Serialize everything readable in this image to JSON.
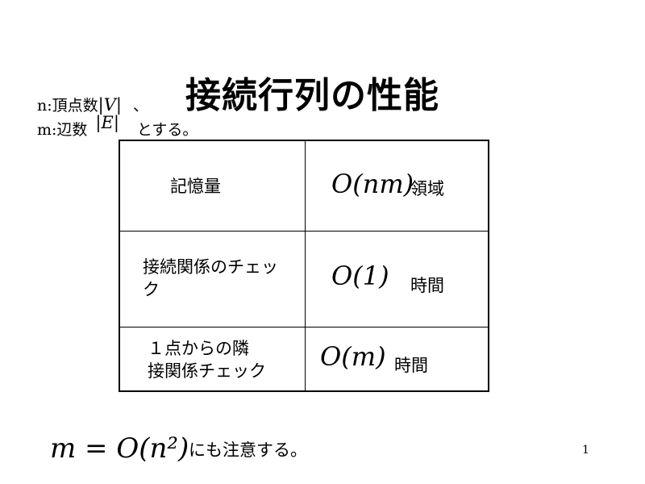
{
  "slide": {
    "title": "接続行列の性能",
    "page_number": "1"
  },
  "definitions": {
    "n_prefix": "n:頂点数",
    "n_symbol": "|V|",
    "n_suffix": "、",
    "m_prefix": "m:辺数",
    "m_symbol": "|E|",
    "m_suffix": "とする。"
  },
  "table": {
    "rows": [
      {
        "label": "記憶量",
        "complexity": "O(nm)",
        "unit": "領域"
      },
      {
        "label_line1": "接続関係のチェッ",
        "label_line2": "ク",
        "complexity": "O(1)",
        "unit": "時間"
      },
      {
        "label_line1": "１点からの隣",
        "label_line2": "接関係チェック",
        "complexity": "O(m)",
        "unit": "時間"
      }
    ]
  },
  "note": {
    "formula": "m = O(n²)",
    "text": "にも注意する。"
  }
}
